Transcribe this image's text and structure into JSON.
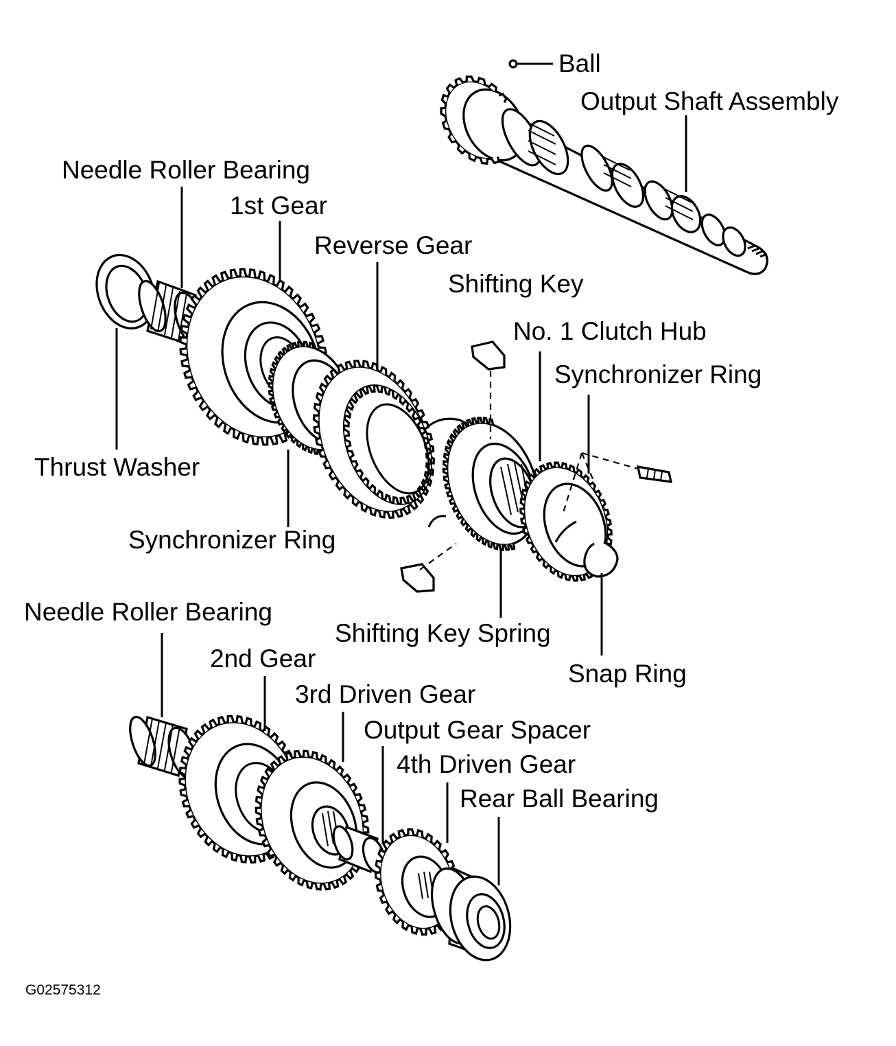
{
  "diagram": {
    "labels": {
      "ball": "Ball",
      "output_shaft_assembly": "Output Shaft Assembly",
      "needle_roller_bearing_1": "Needle Roller Bearing",
      "first_gear": "1st Gear",
      "reverse_gear": "Reverse Gear",
      "shifting_key": "Shifting Key",
      "no1_clutch_hub": "No. 1 Clutch Hub",
      "synchronizer_ring_1": "Synchronizer Ring",
      "thrust_washer": "Thrust Washer",
      "synchronizer_ring_2": "Synchronizer Ring",
      "needle_roller_bearing_2": "Needle Roller Bearing",
      "shifting_key_spring": "Shifting Key Spring",
      "snap_ring": "Snap Ring",
      "second_gear": "2nd Gear",
      "third_driven_gear": "3rd Driven Gear",
      "output_gear_spacer": "Output Gear Spacer",
      "fourth_driven_gear": "4th Driven Gear",
      "rear_ball_bearing": "Rear Ball Bearing"
    },
    "figure_code": "G02575312"
  }
}
